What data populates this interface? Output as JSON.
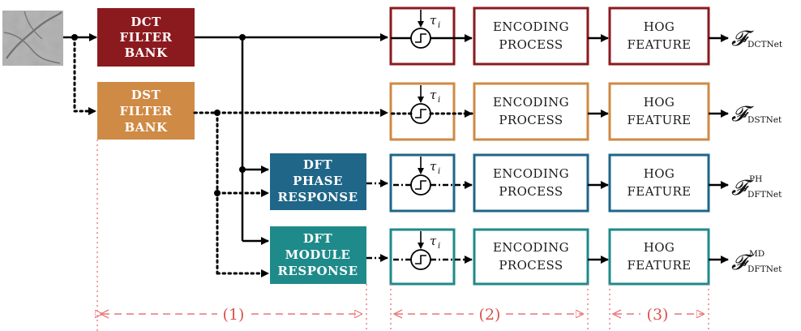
{
  "colors": {
    "dct": "#8b1a1f",
    "dst": "#cf8a45",
    "phase": "#1f6688",
    "module": "#1f8a8a",
    "phase_marker": "#e8777a",
    "line": "#000000"
  },
  "filter_banks": [
    {
      "id": "dct",
      "lines": [
        "DCT",
        "FILTER",
        "BANK"
      ]
    },
    {
      "id": "dst",
      "lines": [
        "DST",
        "FILTER",
        "BANK"
      ]
    },
    {
      "id": "dft-phase",
      "lines": [
        "DFT",
        "PHASE",
        "RESPONSE"
      ]
    },
    {
      "id": "dft-module",
      "lines": [
        "DFT",
        "MODULE",
        "RESPONSE"
      ]
    }
  ],
  "threshold": {
    "symbol": "τ",
    "subscript": "i"
  },
  "encoding_label": [
    "ENCODING",
    "PROCESS"
  ],
  "hog_label": [
    "HOG",
    "FEATURE"
  ],
  "outputs": [
    {
      "symbol": "𝓕",
      "sub": "DCTNet",
      "sup": ""
    },
    {
      "symbol": "𝓕",
      "sub": "DSTNet",
      "sup": ""
    },
    {
      "symbol": "𝓕",
      "sub": "DFTNet",
      "sup": "PH"
    },
    {
      "symbol": "𝓕",
      "sub": "DFTNet",
      "sup": "MD"
    }
  ],
  "phases": [
    "(1)",
    "(2)",
    "(3)"
  ]
}
